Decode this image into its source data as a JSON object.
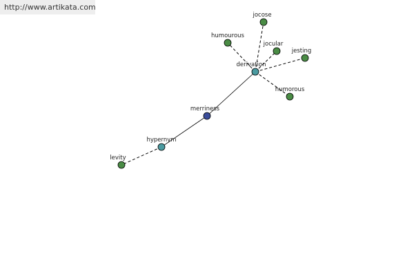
{
  "header": {
    "url": "http://www.artikata.com"
  },
  "colors": {
    "center": "#3a4d9a",
    "relation": "#4a9aa0",
    "leaf": "#4a8c45"
  },
  "graph": {
    "center": "merriness",
    "relations": [
      "hypernym",
      "derivation"
    ],
    "hypernym_terms": [
      "levity"
    ],
    "derivation_terms": [
      "jocose",
      "humourous",
      "jocular",
      "jesting",
      "humorous"
    ]
  }
}
